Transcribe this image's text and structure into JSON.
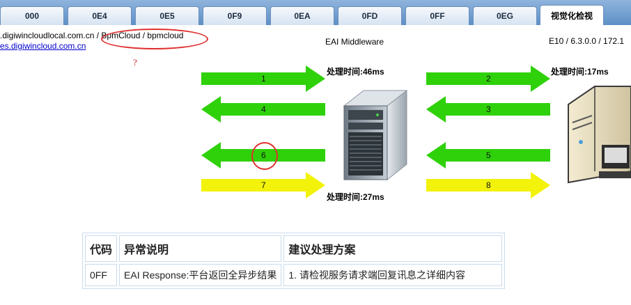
{
  "tabs": [
    {
      "label": "000"
    },
    {
      "label": "0E4"
    },
    {
      "label": "0E5"
    },
    {
      "label": "0F9"
    },
    {
      "label": "0EA"
    },
    {
      "label": "0FD"
    },
    {
      "label": "0FF"
    },
    {
      "label": "0EG"
    },
    {
      "label": "视觉化检视",
      "active": true
    }
  ],
  "connection": {
    "host_line": ".digiwincloudlocal.com.cn / BpmCloud / bpmcloud",
    "link": "es.digiwincloud.com.cn"
  },
  "question_mark": "?",
  "middleware_label": "EAI Middleware",
  "erp_label": "E10 / 6.3.0.0 / 172.1",
  "arrows": [
    {
      "num": "1",
      "color": "green"
    },
    {
      "num": "2",
      "color": "green"
    },
    {
      "num": "3",
      "color": "green"
    },
    {
      "num": "4",
      "color": "green"
    },
    {
      "num": "5",
      "color": "green"
    },
    {
      "num": "6",
      "color": "green"
    },
    {
      "num": "7",
      "color": "yellow"
    },
    {
      "num": "8",
      "color": "yellow"
    }
  ],
  "times": {
    "t1": "处理时间:46ms",
    "t2": "处理时间:17ms",
    "t3": "处理时间:27ms"
  },
  "error_table": {
    "headers": [
      "代码",
      "异常说明",
      "建议处理方案"
    ],
    "rows": [
      [
        "0FF",
        "EAI Response:平台返回全异步结果",
        "1. 请检视服务请求端回复讯息之详细内容"
      ]
    ]
  },
  "colors": {
    "green": "#2fd10a",
    "yellow": "#f2f20a",
    "circle": "#e03030"
  }
}
